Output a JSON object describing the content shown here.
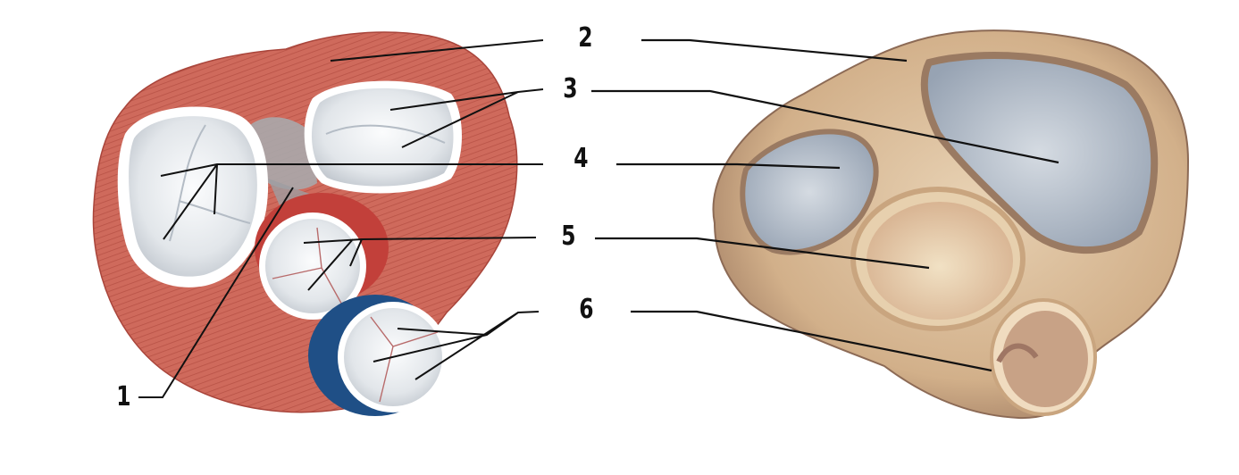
{
  "figure": {
    "type": "anatomical-labeling-diagram",
    "subject_left": "illustration of heart valve plane (superior view)",
    "subject_right": "photograph of dissected heart specimen (superior view)"
  },
  "labels": [
    {
      "id": "1",
      "text": "1"
    },
    {
      "id": "2",
      "text": "2"
    },
    {
      "id": "3",
      "text": "3"
    },
    {
      "id": "4",
      "text": "4"
    },
    {
      "id": "5",
      "text": "5"
    },
    {
      "id": "6",
      "text": "6"
    }
  ],
  "colors": {
    "background": "#ffffff",
    "myocardium": "#cf6a5c",
    "myocardium_dark": "#b4483d",
    "valve_white": "#f3f5f7",
    "valve_shadow": "#c3c9d0",
    "fibrous_skeleton": "#a9a9ab",
    "pulmonary_trunk_blue": "#1f4f86",
    "aorta_red": "#c2403a",
    "specimen_tan": "#d9b994",
    "specimen_dark": "#8c6a55",
    "specimen_blue": "#a4afbd",
    "leader_line": "#111111"
  }
}
